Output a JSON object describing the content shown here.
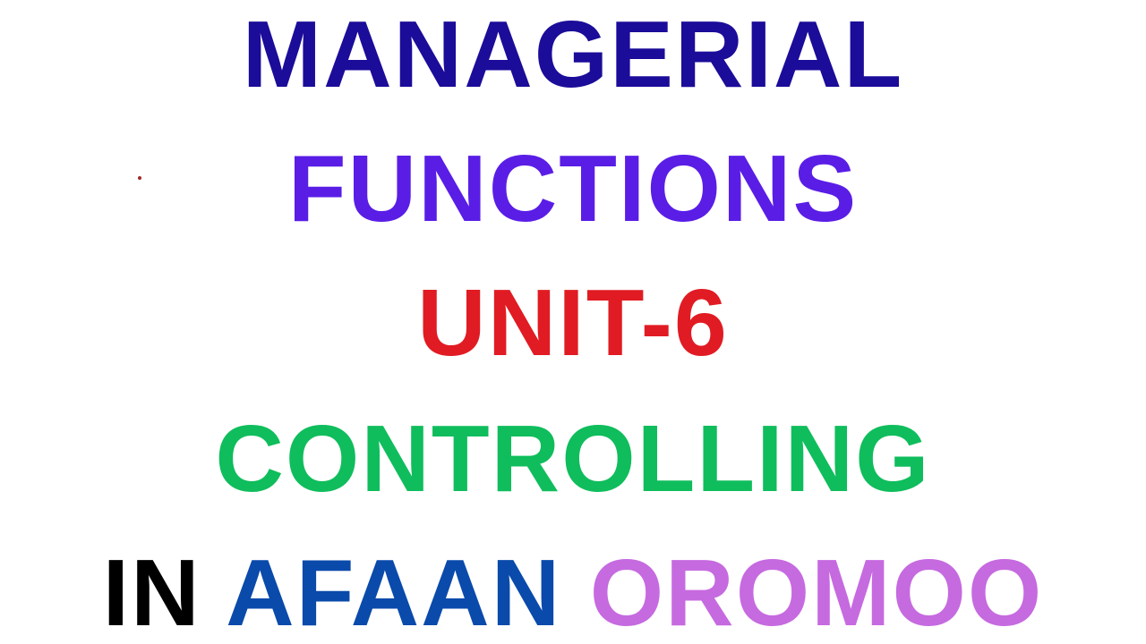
{
  "title_lines": [
    {
      "text": "MANAGERIAL",
      "color": "#1b0c99"
    },
    {
      "text": "FUNCTIONS",
      "color": "#5a1de6"
    },
    {
      "text": "UNIT-6",
      "color": "#e11b23"
    },
    {
      "text": "CONTROLLING",
      "color": "#0fbd5c"
    }
  ],
  "last_line": {
    "word1": {
      "text": "IN",
      "color": "#000000"
    },
    "word2": {
      "text": "AFAAN",
      "color": "#0a4aab"
    },
    "word3": {
      "text": "OROMOO",
      "color": "#c66ae0"
    }
  },
  "background_color": "#ffffff"
}
